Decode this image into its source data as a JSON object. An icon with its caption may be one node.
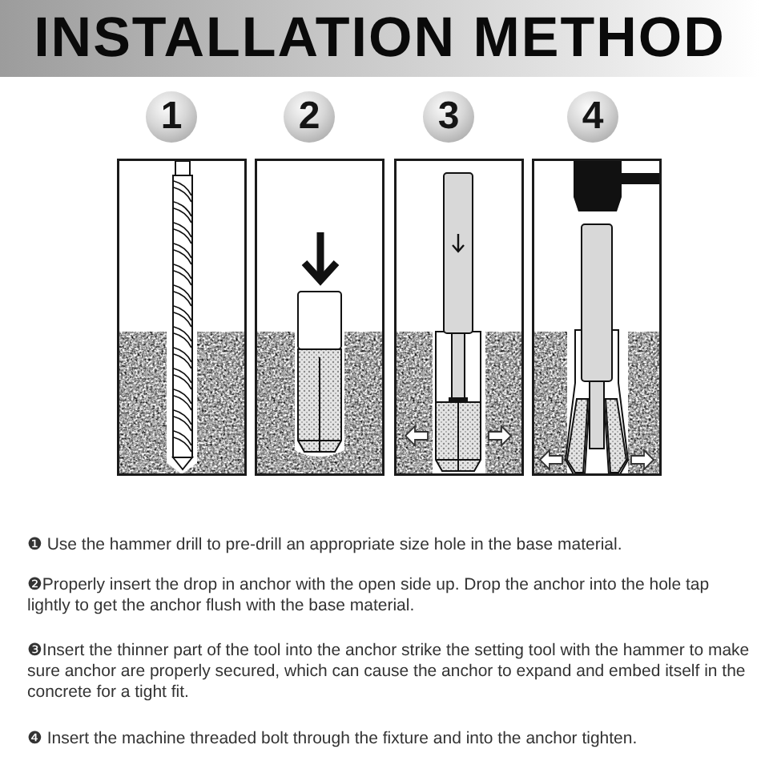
{
  "diagram": {
    "title": "INSTALLATION METHOD",
    "nodes": [
      {
        "text": [
          "1"
        ]
      },
      {
        "text": [
          "2"
        ]
      },
      {
        "text": [
          "3"
        ]
      },
      {
        "text": [
          "4"
        ]
      }
    ],
    "labels": [
      "❶ Use the hammer drill to pre-drill an appropriate size hole in the base material.",
      "❷Properly insert the drop in anchor with the open side up. Drop the anchor into the hole tap lightly to get the anchor flush with the base material.",
      "❸Insert the thinner part of the tool into the anchor strike the setting tool with the hammer to make sure anchor are properly secured, which can cause the anchor to expand and embed itself in the concrete for a tight fit.",
      "❹ Insert the machine threaded bolt through the fixture and into the anchor tighten."
    ]
  }
}
